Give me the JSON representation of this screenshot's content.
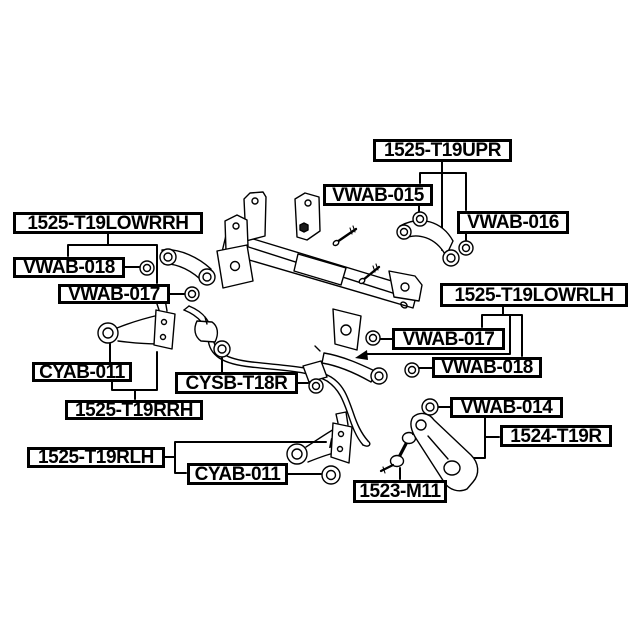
{
  "diagram": {
    "background_color": "#ffffff",
    "line_color": "#000000",
    "labels": {
      "upr": "1525-T19UPR",
      "vwab015": "VWAB-015",
      "vwab016": "VWAB-016",
      "lowrrh": "1525-T19LOWRRH",
      "vwab018_left": "VWAB-018",
      "vwab017_left": "VWAB-017",
      "lowrlh": "1525-T19LOWRLH",
      "vwab017_right": "VWAB-017",
      "vwab018_right": "VWAB-018",
      "cyab011_upper": "CYAB-011",
      "cysb_t18r": "CYSB-T18R",
      "t19rrh": "1525-T19RRH",
      "vwab014": "VWAB-014",
      "t1524": "1524-T19R",
      "t19rlh": "1525-T19RLH",
      "cyab011_lower": "CYAB-011",
      "m1523": "1523-M11"
    }
  }
}
